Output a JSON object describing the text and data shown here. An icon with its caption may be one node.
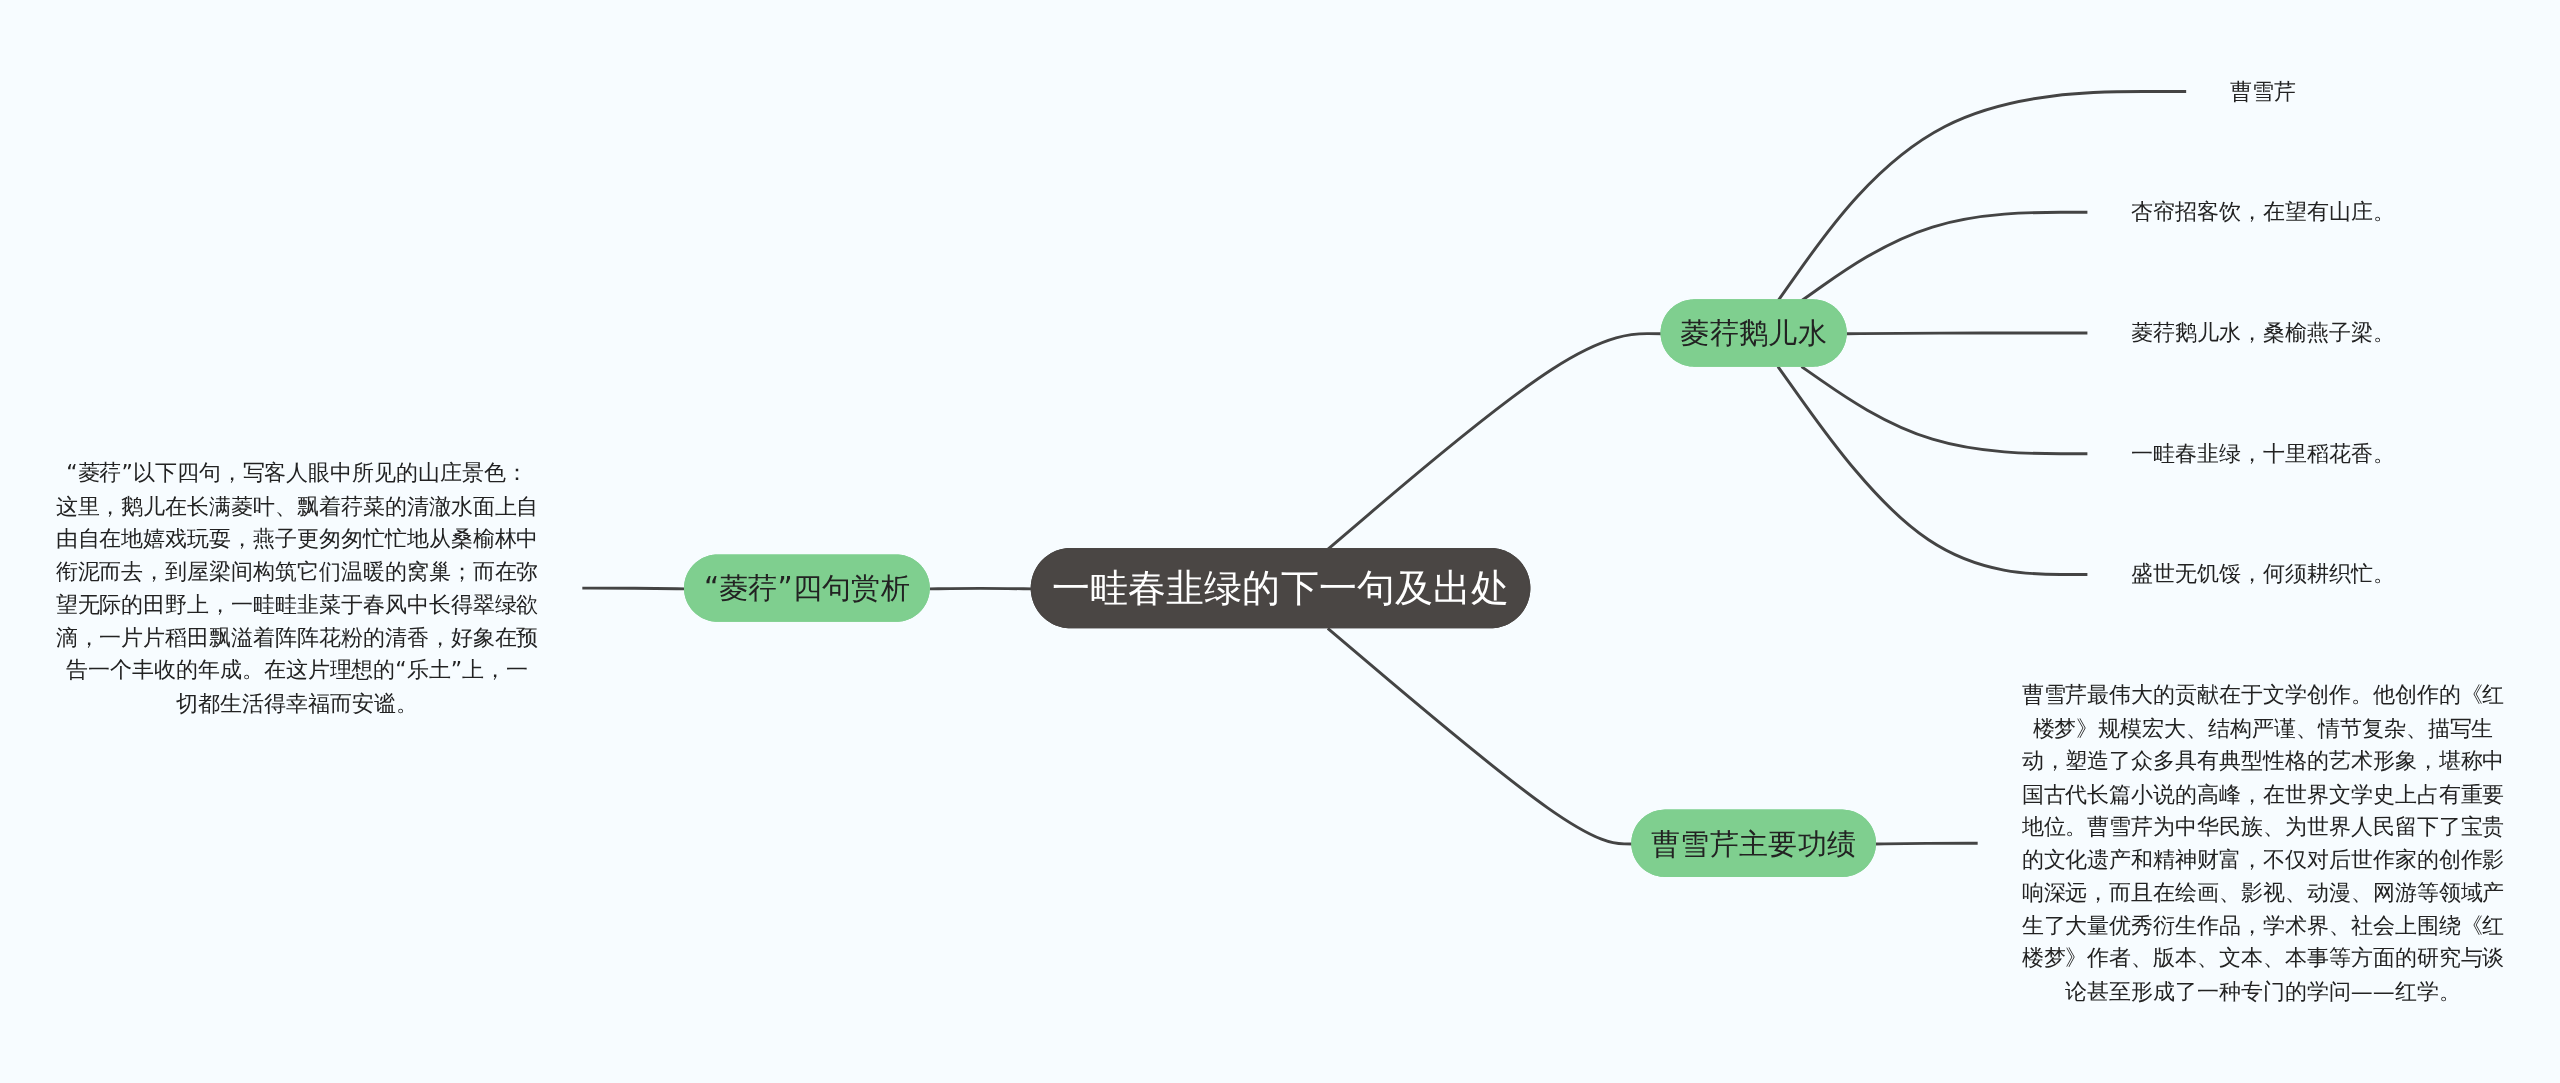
{
  "diagram": {
    "nodes": [
      {
        "text": [
          "一畦春韭绿的下一句及出处"
        ]
      },
      {
        "text": [
          "菱荇鹅儿水"
        ]
      },
      {
        "text": [
          "曹雪芹"
        ]
      },
      {
        "text": [
          "杏帘招客饮，在望有山庄。"
        ]
      },
      {
        "text": [
          "菱荇鹅儿水，桑榆燕子梁。"
        ]
      },
      {
        "text": [
          "一畦春韭绿，十里稻花香。"
        ]
      },
      {
        "text": [
          "盛世无饥馁，何须耕织忙。"
        ]
      },
      {
        "text": [
          "曹雪芹主要功绩"
        ]
      },
      {
        "text": [
          "曹雪芹最伟大的贡献在于文学创作。他创作的《红楼梦》规模宏大、结构严谨、情节复杂、描写生动，塑造了众多具有典型性格的艺术形象，堪称中国古代长篇小说的高峰，在世界文学史上占有重要地位。曹雪芹为中华民族、为世界人民留下了宝贵的文化遗产和精神财富，不仅对后世作家的创作影响深远，而且在绘画、影视、动漫、网游等领域产生了大量优秀衍生作品，学术界、社会上围绕《红楼梦》作者、版本、文本、本事等方面的研究与谈论甚至形成了一种专门的学问——红学。"
        ]
      },
      {
        "text": [
          "“菱荇”四句赏析"
        ]
      },
      {
        "text": [
          "“菱荇”以下四句，写客人眼中所见的山庄景色：这里，鹅儿在长满菱叶、飘着荇菜的清澈水面上自由自在地嬉戏玩耍，燕子更匆匆忙忙地从桑榆林中衔泥而去，到屋梁间构筑它们温暖的窝巢；而在弥望无际的田野上，一畦畦韭菜于春风中长得翠绿欲滴，一片片稻田飘溢着阵阵花粉的清香，好象在预告一个丰收的年成。在这片理想的“乐土”上，一切都生活得幸福而安谧。"
        ]
      }
    ],
    "edges": [
      {
        "from": 0,
        "to": 1,
        "arrow": "none"
      },
      {
        "from": 1,
        "to": 2,
        "arrow": "none"
      },
      {
        "from": 1,
        "to": 3,
        "arrow": "none"
      },
      {
        "from": 1,
        "to": 4,
        "arrow": "none"
      },
      {
        "from": 1,
        "to": 5,
        "arrow": "none"
      },
      {
        "from": 1,
        "to": 6,
        "arrow": "none"
      },
      {
        "from": 0,
        "to": 7,
        "arrow": "none"
      },
      {
        "from": 7,
        "to": 8,
        "arrow": "none"
      },
      {
        "from": 9,
        "to": 0,
        "arrow": "none"
      },
      {
        "from": 10,
        "to": 9,
        "arrow": "none"
      }
    ]
  }
}
